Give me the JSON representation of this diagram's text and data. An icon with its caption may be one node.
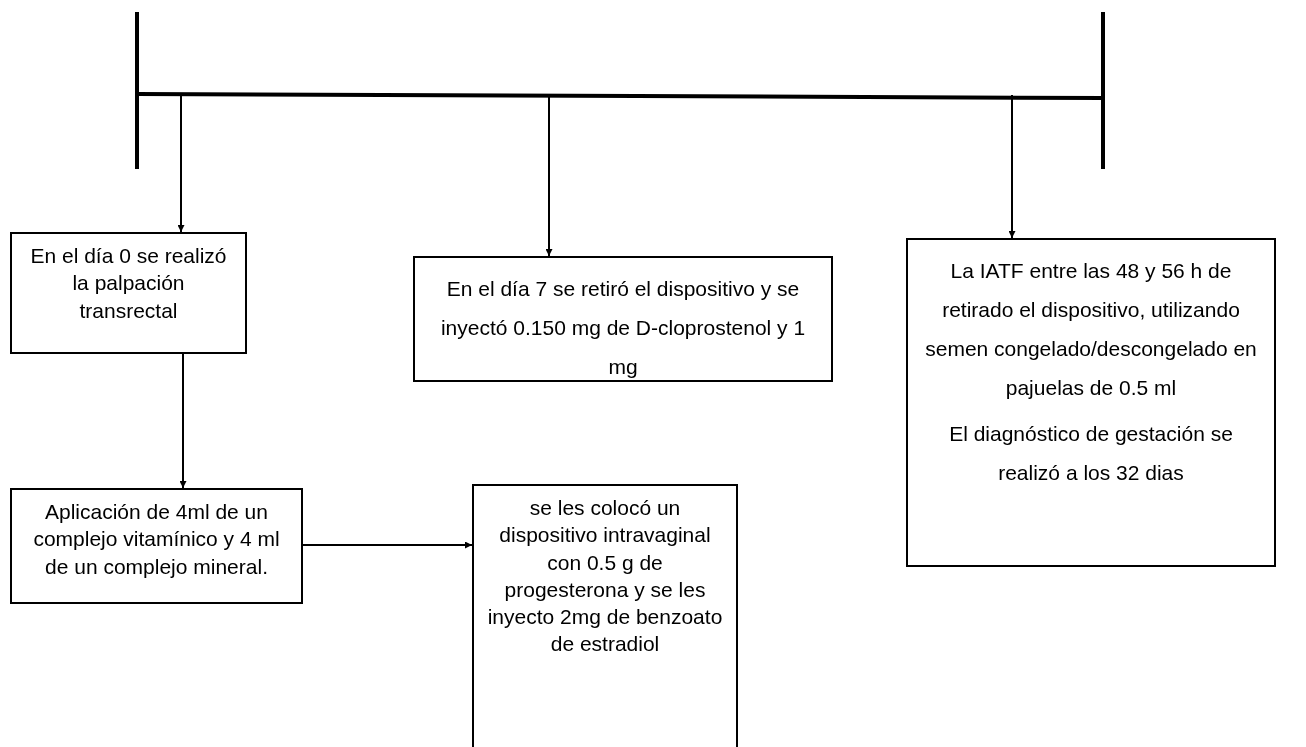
{
  "diagram": {
    "nodes": [
      {
        "text": [],
        "shape": "bar"
      },
      {
        "text": [
          "En el día 0 se realizó la palpación transrectal"
        ]
      },
      {
        "text": [
          "En el día 7 se retiró el dispositivo y se inyectó 0.150 mg de D-cloprostenol y 1 mg"
        ]
      },
      {
        "text": [
          "La IATF entre las 48 y 56 h de retirado el dispositivo, utilizando semen congelado/descongelado en pajuelas de 0.5 ml",
          "El diagnóstico de gestación se realizó a los 32 dias"
        ]
      },
      {
        "text": [
          "Aplicación de 4ml de un complejo vitamínico y 4 ml de un complejo mineral."
        ]
      },
      {
        "text": [
          "se les colocó un dispositivo intravaginal con 0.5 g de progesterona y se les inyecto 2mg de benzoato de estradiol"
        ]
      }
    ],
    "edges": [
      {
        "from": 0,
        "to": 1,
        "arrow": "to"
      },
      {
        "from": 0,
        "to": 2,
        "arrow": "to"
      },
      {
        "from": 0,
        "to": 3,
        "arrow": "to"
      },
      {
        "from": 1,
        "to": 4,
        "arrow": "to"
      },
      {
        "from": 4,
        "to": 5,
        "arrow": "to"
      }
    ]
  }
}
